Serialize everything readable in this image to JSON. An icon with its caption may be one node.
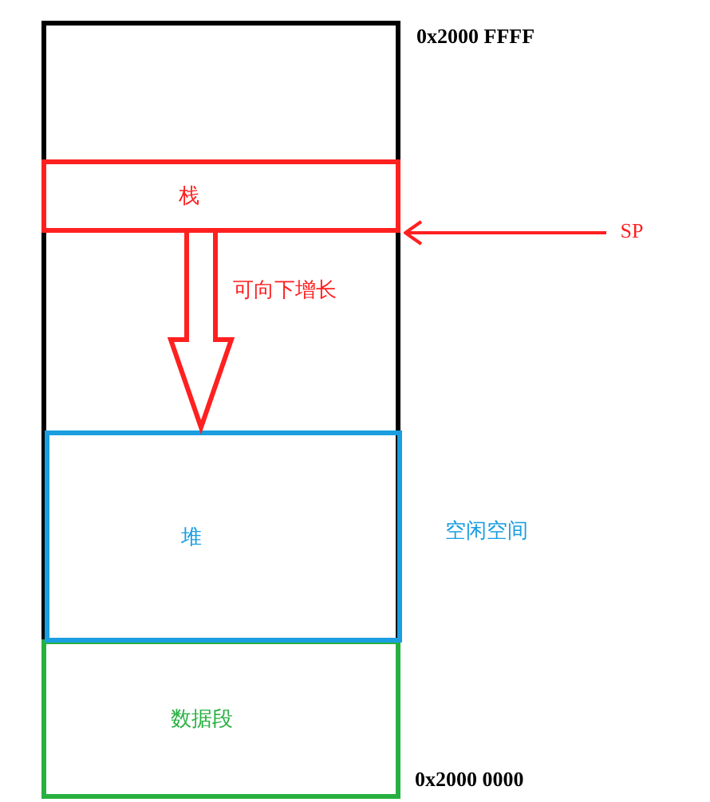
{
  "diagram": {
    "nodes": [
      {
        "text": [],
        "shape": "box"
      },
      {
        "text": [
          "栈"
        ],
        "in": 0
      },
      {
        "text": [
          "堆"
        ],
        "in": 0
      },
      {
        "text": [
          "数据段"
        ],
        "in": 0
      },
      {
        "text": [
          "SP"
        ]
      }
    ],
    "edges": [
      {
        "from": 4,
        "to": 1,
        "arrow": "to",
        "color": "#ff2020"
      },
      {
        "from": 1,
        "to": 2,
        "arrow": "to",
        "label": "可向下增长",
        "style": "thick",
        "color": "#ff2020"
      }
    ],
    "labels": [
      "0x2000 FFFF",
      "空闲空间",
      "0x2000 0000"
    ]
  }
}
